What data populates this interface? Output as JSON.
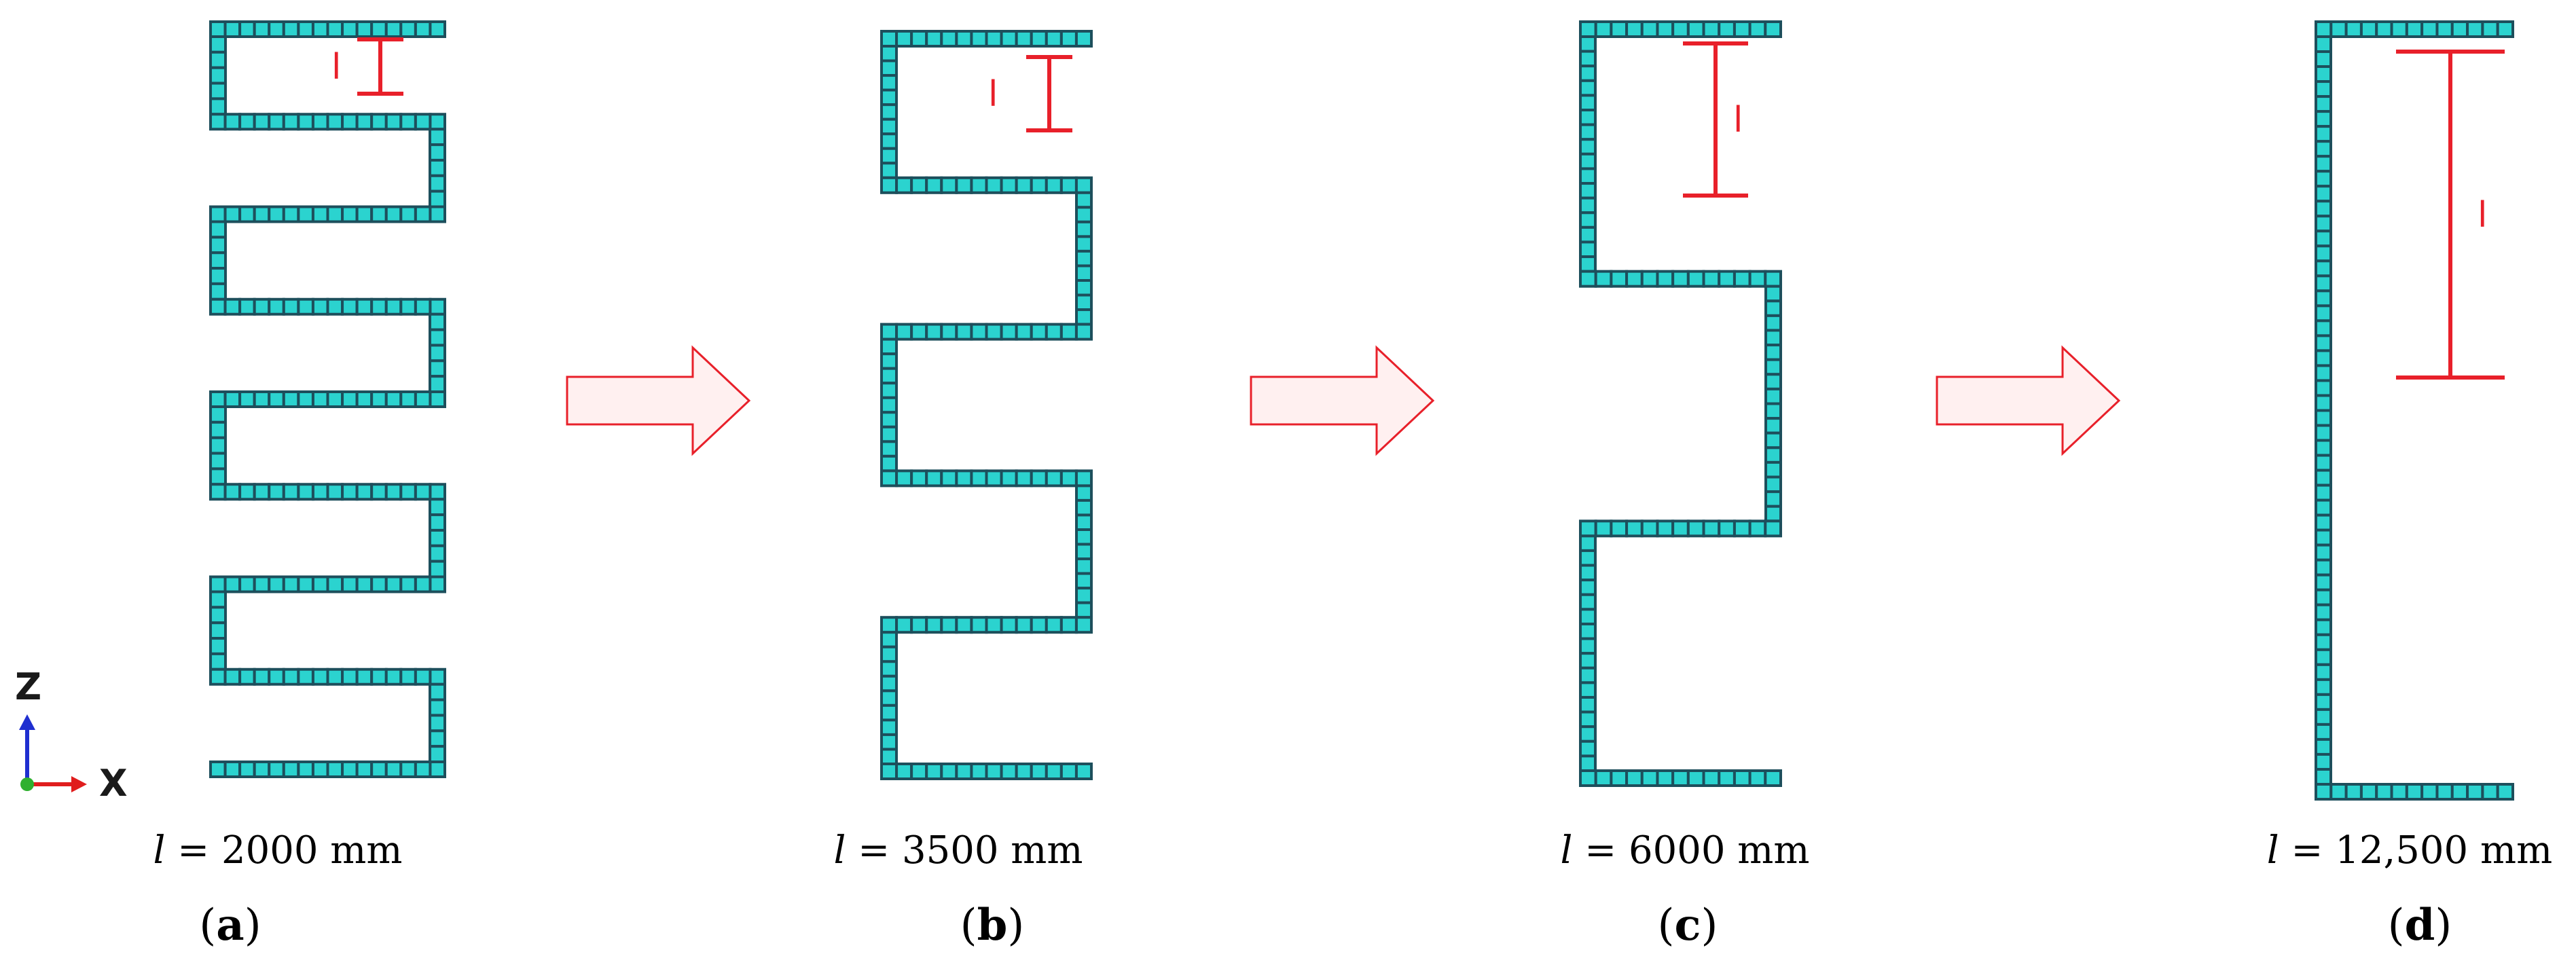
{
  "panels": [
    {
      "id": "a",
      "tag": "a",
      "length_label": "l",
      "length_value": "2000",
      "length_unit": "mm",
      "dimension_symbol": "l",
      "folds": 9
    },
    {
      "id": "b",
      "tag": "b",
      "length_label": "l",
      "length_value": "3500",
      "length_unit": "mm",
      "dimension_symbol": "l",
      "folds": 6
    },
    {
      "id": "c",
      "tag": "c",
      "length_label": "l",
      "length_value": "6000",
      "length_unit": "mm",
      "dimension_symbol": "l",
      "folds": 4
    },
    {
      "id": "d",
      "tag": "d",
      "length_label": "l",
      "length_value": "12,500",
      "length_unit": "mm",
      "dimension_symbol": "l",
      "folds": 2
    }
  ],
  "axes": {
    "vertical": "Z",
    "horizontal": "X"
  },
  "colors": {
    "mesh_fill": "#2bd3cf",
    "mesh_stroke": "#1d4f5c",
    "dimension": "#e8202a",
    "arrow_fill": "#fff0f0"
  }
}
